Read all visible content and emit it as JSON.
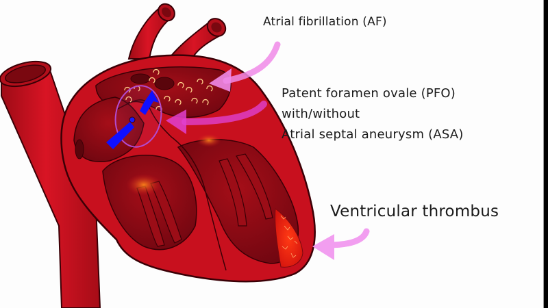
{
  "diagram": {
    "subject": "Heart cross-section showing cardioembolic sources",
    "labels": {
      "af": "Atrial fibrillation (AF)",
      "pfo_line1": "Patent foramen ovale (PFO)",
      "pfo_line2": "with/without",
      "pfo_line3": "Atrial septal aneurysm (ASA)",
      "vt": "Ventricular thrombus"
    },
    "annotations": [
      {
        "id": "af",
        "target": "left atrium (turbulent swirl flow)",
        "arrow_color": "#f08ae8"
      },
      {
        "id": "pfo",
        "target": "interatrial septum (PFO circled, blue shunt arrow)",
        "arrow_color": "#e040d0"
      },
      {
        "id": "vt",
        "target": "left ventricular apex thrombus",
        "arrow_color": "#f29ef0"
      }
    ],
    "icons": [
      "curved-arrow-af",
      "curved-arrow-pfo",
      "curved-arrow-vt",
      "blue-shunt-arrow",
      "swirl-flow-icons",
      "pfo-highlight-ellipse"
    ]
  },
  "colors": {
    "myocardium": "#c8101e",
    "chamber": "#8e0b14",
    "outline": "#3a0006",
    "thrombus": "#f0260f",
    "swirl": "#ffd08a",
    "shunt_arrow": "#1010ff",
    "ellipse": "#b24bd0",
    "text": "#1a1a1a",
    "edge_bar": "#000000"
  }
}
